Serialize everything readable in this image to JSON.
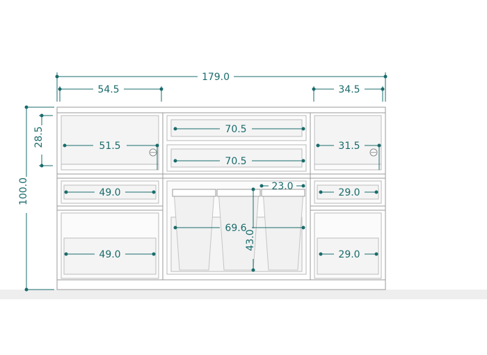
{
  "dimensions": {
    "total_width": "179.0",
    "left_module_width": "54.5",
    "right_module_width": "34.5",
    "total_height": "100.0",
    "upper_section_height": "28.5",
    "left_upper_door": "51.5",
    "right_upper_door": "31.5",
    "center_drawer_top": "70.5",
    "center_drawer_second": "70.5",
    "left_drawer": "49.0",
    "right_drawer": "29.0",
    "bin_width": "23.0",
    "center_lower_width": "69.6",
    "bin_height": "43.0",
    "left_lower_door": "49.0",
    "right_lower_door": "29.0"
  },
  "colors": {
    "dimension": "#1a6b6b",
    "outline": "#9a9a9a",
    "glass": "#f4f4f4",
    "floor": "#eeeeee"
  }
}
